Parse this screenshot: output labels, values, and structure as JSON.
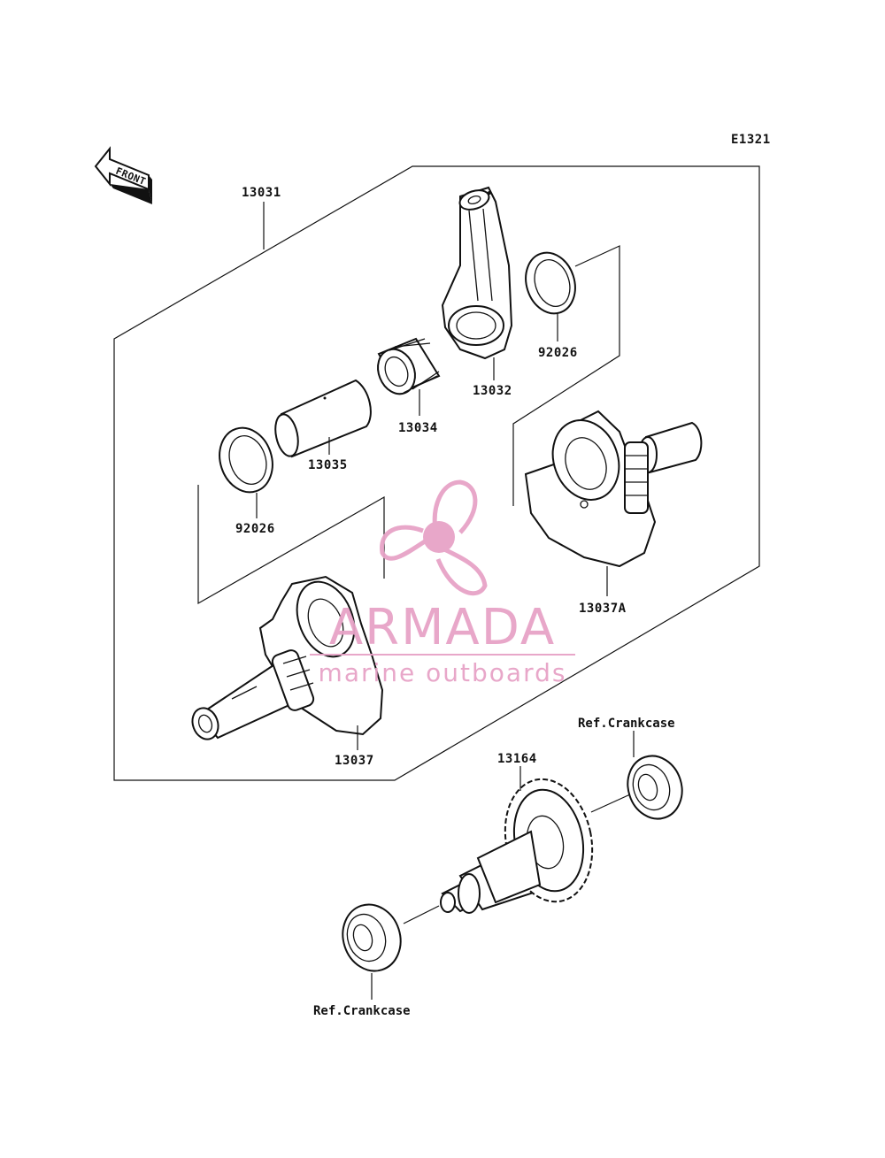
{
  "diagram_code": "E1321",
  "front_label": "FRONT",
  "parts": {
    "assembly": "13031",
    "connecting_rod": "13032",
    "needle_bearing": "13034",
    "crank_pin": "13035",
    "washer_upper": "92026",
    "washer_lower": "92026",
    "crank_half_a": "13037A",
    "crankshaft": "13037",
    "balancer": "13164"
  },
  "refs": {
    "crankcase_upper": "Ref.Crankcase",
    "crankcase_lower": "Ref.Crankcase"
  },
  "watermark": {
    "brand": "ARMADA",
    "tagline": "marine outboards",
    "color": "#e7a3c7"
  }
}
